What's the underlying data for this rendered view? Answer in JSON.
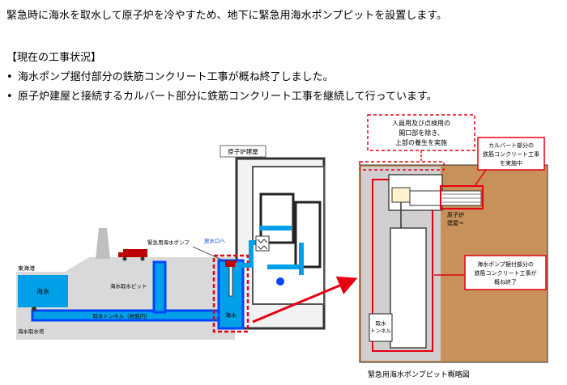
{
  "intro": "緊急時に海水を取水して原子炉を冷やすため、地下に緊急用海水ポンプピットを設置します。",
  "status_heading": "【現在の工事状況】",
  "bullets": [
    "海水ポンプ据付部分の鉄筋コンクリート工事が概ね終了しました。",
    "原子炉建屋と接続するカルバート部分に鉄筋コンクリート工事を継続して行っています。"
  ],
  "left_diagram": {
    "reactor_building": "原子炉建屋",
    "port": "東海港",
    "seawater": "海水",
    "emergency_pump": "緊急用海水ポンプ",
    "discharge": "放水口へ",
    "intake_pit": "海水取水ピット",
    "intake_tunnel": "取水トンネル（岩盤内）",
    "intake_tower": "海水取水塔",
    "seawater_pit": "海水"
  },
  "right_diagram": {
    "callout_top": [
      "人員用及び点検用の",
      "開口部を除き、",
      "上部の養生を実施"
    ],
    "culvert_callout": [
      "カルバート部分の",
      "鉄筋コンクリート工事",
      "を実施中"
    ],
    "reactor_building_side": [
      "原子炉",
      "建屋→"
    ],
    "pump_callout": [
      "海水ポンプ据付部分の",
      "鉄筋コンクリート工事が",
      "概ね終了"
    ],
    "intake_tunnel": [
      "取水",
      "トンネル"
    ],
    "caption": "緊急用海水ポンプピット概略図"
  },
  "colors": {
    "water": "#00a0e9",
    "pipe": "#0046ff",
    "red": "#e60012",
    "soil": "#c8915a",
    "ground": "#d9d9d9"
  }
}
